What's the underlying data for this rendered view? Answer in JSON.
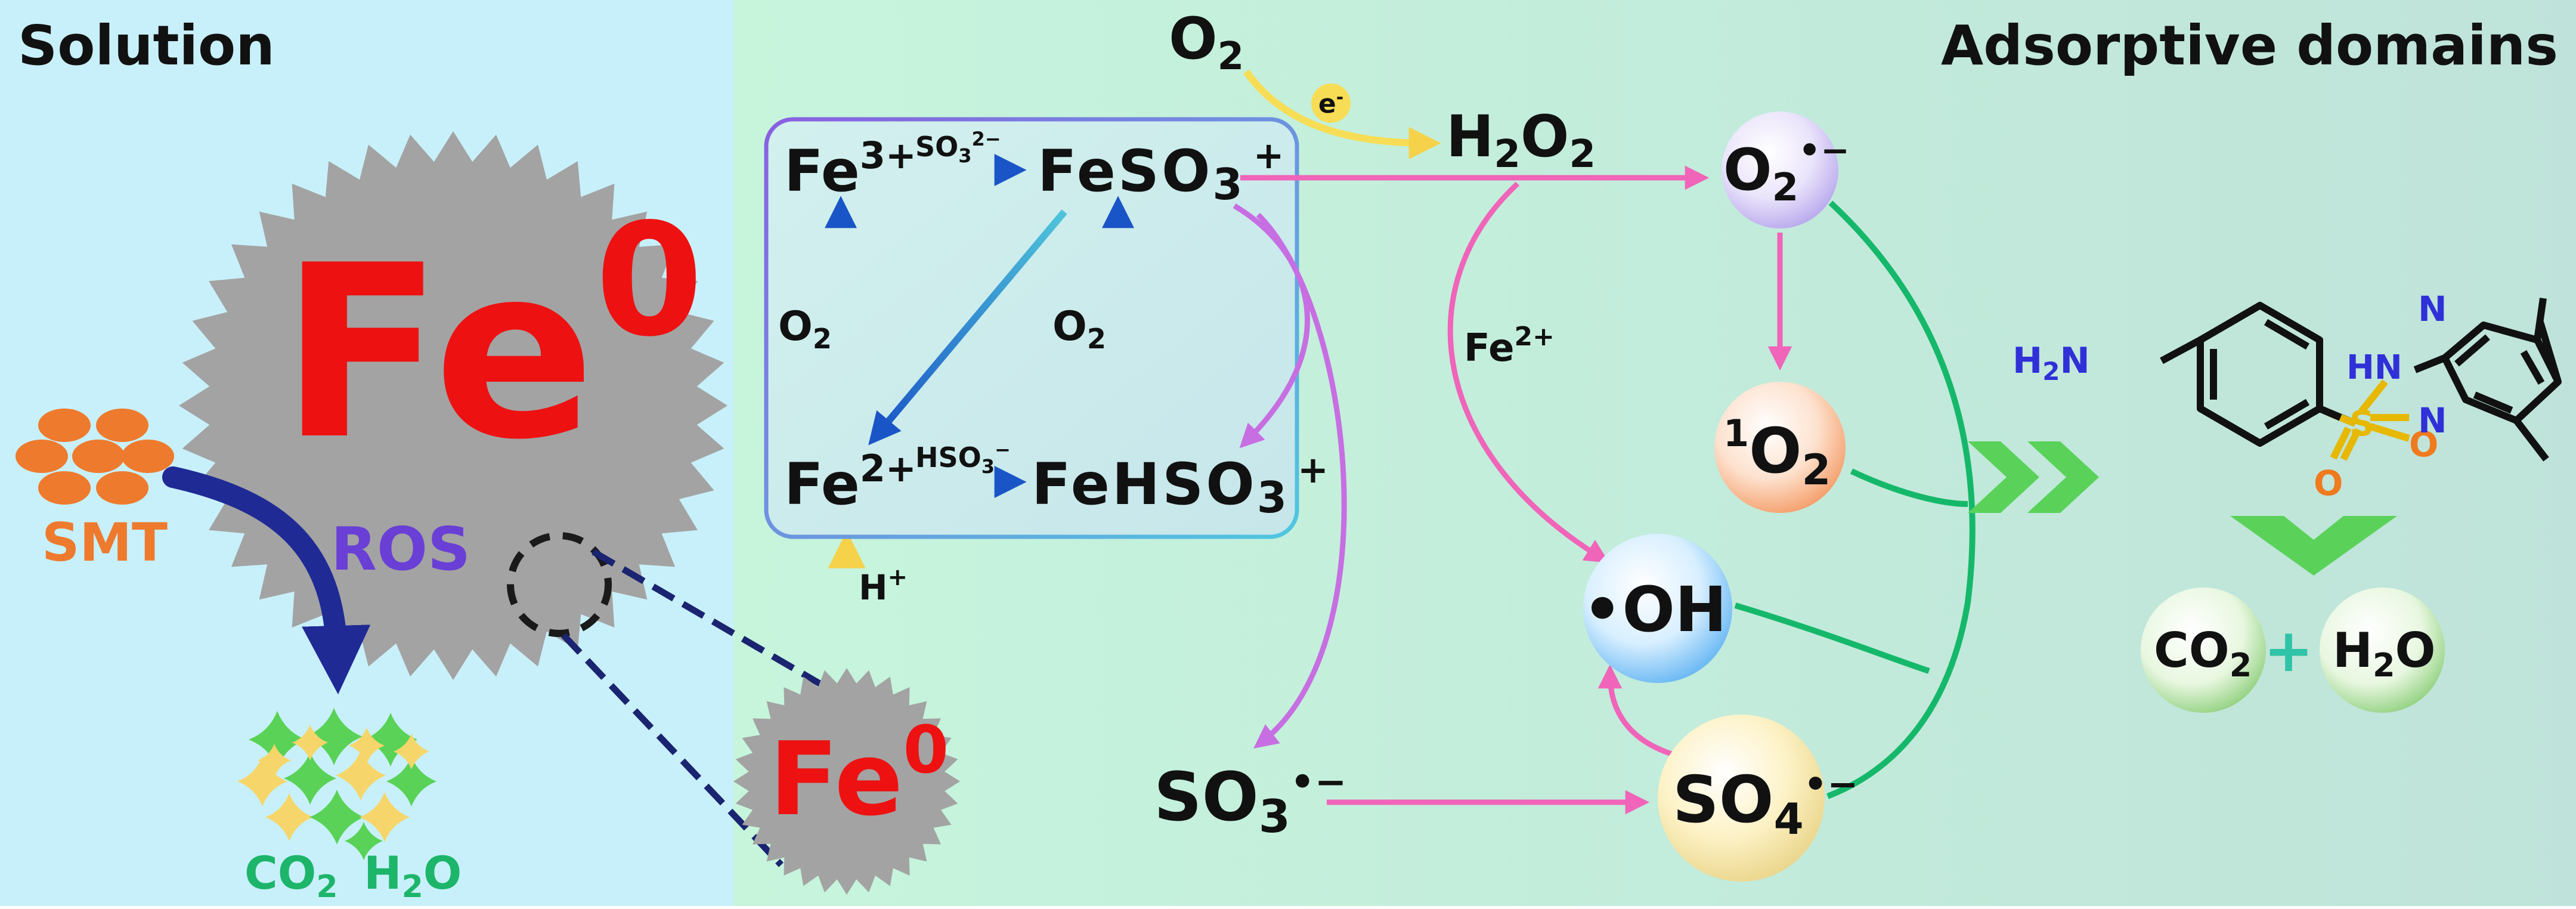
{
  "panels": {
    "solution_title": "Solution",
    "adsorptive_title": "Adsorptive domains"
  },
  "particle": {
    "big_symbol": "Fe",
    "big_superscript": "0",
    "small_symbol": "Fe",
    "small_superscript": "0"
  },
  "solution": {
    "smt_label": "SMT",
    "ros_label": "ROS",
    "co2_label": "CO",
    "co2_sub": "2",
    "h2o_label_h": "H",
    "h2o_label_sub": "2",
    "h2o_label_o": "O"
  },
  "cycle": {
    "fe3_symbol": "Fe",
    "fe3_charge": "3+",
    "fe2_symbol": "Fe",
    "fe2_charge": "2+",
    "feso3_text": "FeSO",
    "feso3_sub": "3",
    "feso3_charge": "+",
    "fehso3_text": "FeHSO",
    "fehso3_sub": "3",
    "fehso3_charge": "+",
    "so3_arrow_label": "SO",
    "so3_arrow_sub": "3",
    "so3_arrow_charge": "2−",
    "hso3_arrow_label": "HSO",
    "hso3_arrow_sub": "3",
    "hso3_arrow_charge": "−",
    "o2_left_main": "O",
    "o2_left_sub": "2",
    "o2_right_main": "O",
    "o2_right_sub": "2",
    "h_plus": "H",
    "h_plus_charge": "+"
  },
  "species": {
    "o2_top_main": "O",
    "o2_top_sub": "2",
    "electron": "e",
    "electron_charge": "-",
    "h2o2_h": "H",
    "h2o2_sub1": "2",
    "h2o2_o": "O",
    "h2o2_sub2": "2",
    "fe2_label": "Fe",
    "fe2_label_charge": "2+",
    "so3_radical_main": "SO",
    "so3_radical_sub": "3",
    "so3_radical_charge": "•−",
    "superoxide_main": "O",
    "superoxide_sub": "2",
    "superoxide_charge": "•−",
    "singlet_pre": "1",
    "singlet_main": "O",
    "singlet_sub": "2",
    "hydroxyl": "•OH",
    "sulfate_main": "SO",
    "sulfate_sub": "4",
    "sulfate_charge": "•−"
  },
  "molecule": {
    "amine": "H",
    "amine_sub": "2",
    "amine_n": "N",
    "hn": "HN",
    "s": "S",
    "o_right": "O",
    "o_bottom": "O",
    "n_top": "N",
    "n_bottom": "N"
  },
  "products": {
    "co2_main": "CO",
    "co2_sub": "2",
    "h2o_h": "H",
    "h2o_sub": "2",
    "h2o_o": "O",
    "plus": "+"
  },
  "colors": {
    "solution_bg": "#c8f0fa",
    "reaction_bg_left": "#c6f5dc",
    "reaction_bg_right": "#bfe6dc",
    "fe_red": "#ee1111",
    "particle_gray": "#a3a3a3",
    "smt_orange": "#ee7a2e",
    "ros_purple": "#6a3fd6",
    "arrow_navy": "#1f2a95",
    "product_green": "#1db56a",
    "pink_arrow": "#f064b9",
    "violet_arrow": "#c76ee2",
    "cycle_blue": "#1f6bd0",
    "yellow_arrow": "#f7dd55",
    "link_green": "#15b86a",
    "chevron_green": "#5ad25a",
    "molecule_blue": "#3030d8",
    "molecule_yellow": "#e6b800",
    "molecule_orange": "#f07a1e"
  },
  "icons": {
    "particle": "serrated-disc",
    "sparkle": "four-point-star",
    "chevron": "double-chevron-right"
  }
}
